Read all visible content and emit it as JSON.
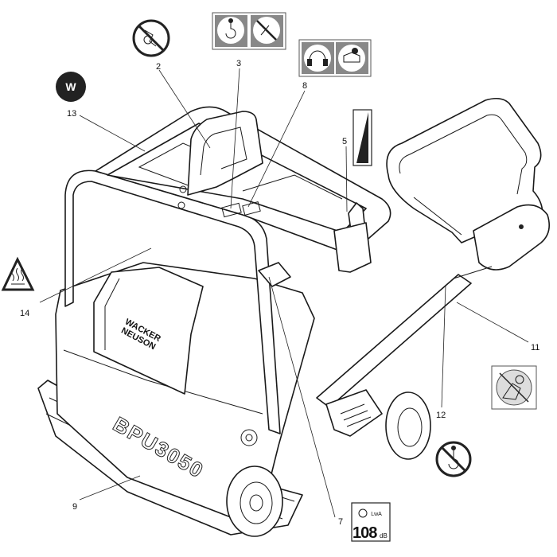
{
  "callouts": [
    {
      "id": "2",
      "label": "2"
    },
    {
      "id": "3",
      "label": "3"
    },
    {
      "id": "5",
      "label": "5"
    },
    {
      "id": "7",
      "label": "7"
    },
    {
      "id": "8",
      "label": "8"
    },
    {
      "id": "9",
      "label": "9"
    },
    {
      "id": "11",
      "label": "11"
    },
    {
      "id": "12",
      "label": "12"
    },
    {
      "id": "13",
      "label": "13"
    },
    {
      "id": "14",
      "label": "14"
    }
  ],
  "machine": {
    "brand_line1": "WACKER",
    "brand_line2": "NEUSON",
    "model": "BPU3050"
  },
  "decals": {
    "sound_unit": "LwA",
    "sound_value": "108",
    "sound_db": "dB",
    "logo_letter": "W"
  },
  "colors": {
    "ink": "#1a1a1a",
    "decal_gray": "#7a7a7a",
    "logo_dark": "#222222"
  }
}
